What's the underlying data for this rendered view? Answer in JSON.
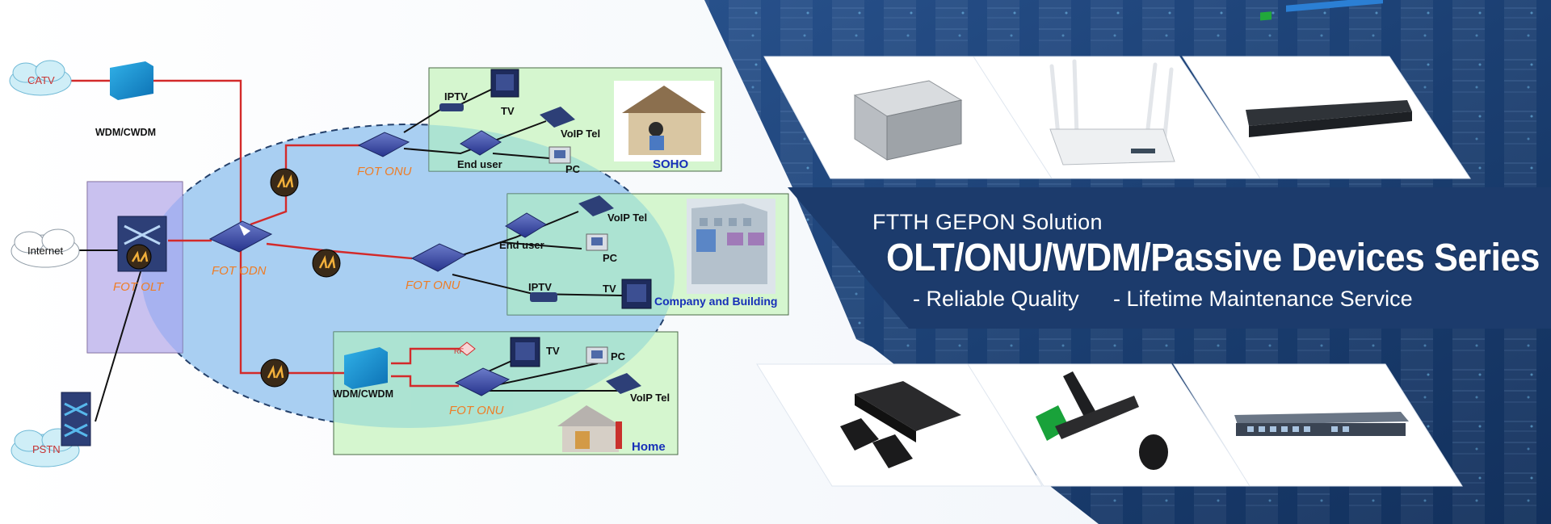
{
  "network": {
    "catv": "CATV",
    "wdm_top": "WDM/CWDM",
    "internet": "Internet",
    "pstn": "PSTN",
    "olt": "FOT OLT",
    "odn": "FOT ODN",
    "onu_1": "FOT ONU",
    "onu_2": "FOT ONU",
    "onu_3": "FOT ONU",
    "iptv_1": "IPTV",
    "tv_1": "TV",
    "voip_1": "VoIP Tel",
    "enduser_1": "End user",
    "pc_1": "PC",
    "soho": "SOHO",
    "voip_2": "VoIP Tel",
    "enduser_2": "End user",
    "pc_2": "PC",
    "iptv_2": "IPTV",
    "tv_2": "TV",
    "company": "Company and Building",
    "rf": "RF",
    "tv_3": "TV",
    "pc_3": "PC",
    "wdm_home": "WDM/CWDM",
    "voip_3": "VoIP Tel",
    "home": "Home"
  },
  "banner": {
    "subtitle": "FTTH GEPON Solution",
    "title": "OLT/ONU/WDM/Passive Devices Series",
    "feature_1": "- Reliable Quality",
    "feature_2": "- Lifetime Maintenance Service"
  },
  "colors": {
    "fiber": "#d32a2a",
    "navy": "#1c3b6c",
    "odn_ellipse": "#a9cff2",
    "soho_box": "#d5f6cf",
    "olt_box": "#e2c7ef",
    "label_orange": "#ee7d26",
    "label_blue": "#1730b8"
  }
}
